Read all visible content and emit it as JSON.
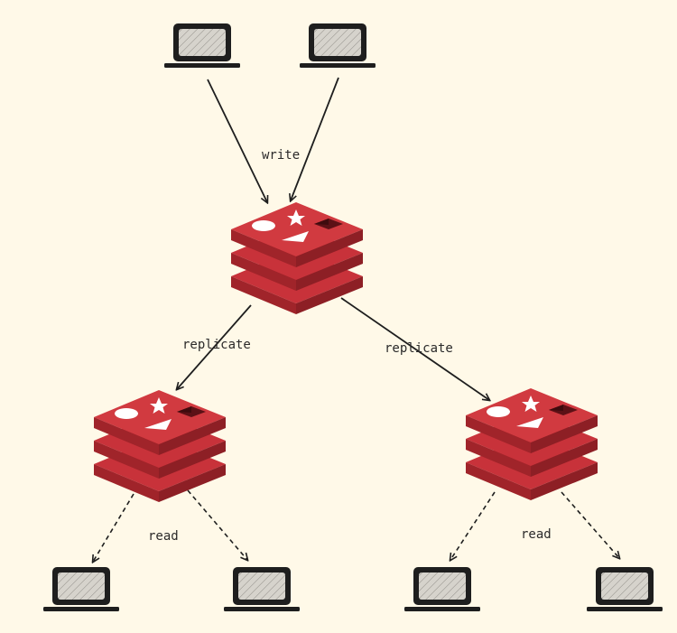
{
  "labels": {
    "write": "write",
    "replicate_left": "replicate",
    "replicate_right": "replicate",
    "read_left": "read",
    "read_right": "read"
  },
  "icons": {
    "client": "laptop-icon",
    "server": "redis-server-icon"
  },
  "colors": {
    "background": "#fff9e8",
    "redis_red": "#c8323a",
    "laptop_frame": "#1e1e1e",
    "laptop_screen": "#d6d3cc"
  }
}
